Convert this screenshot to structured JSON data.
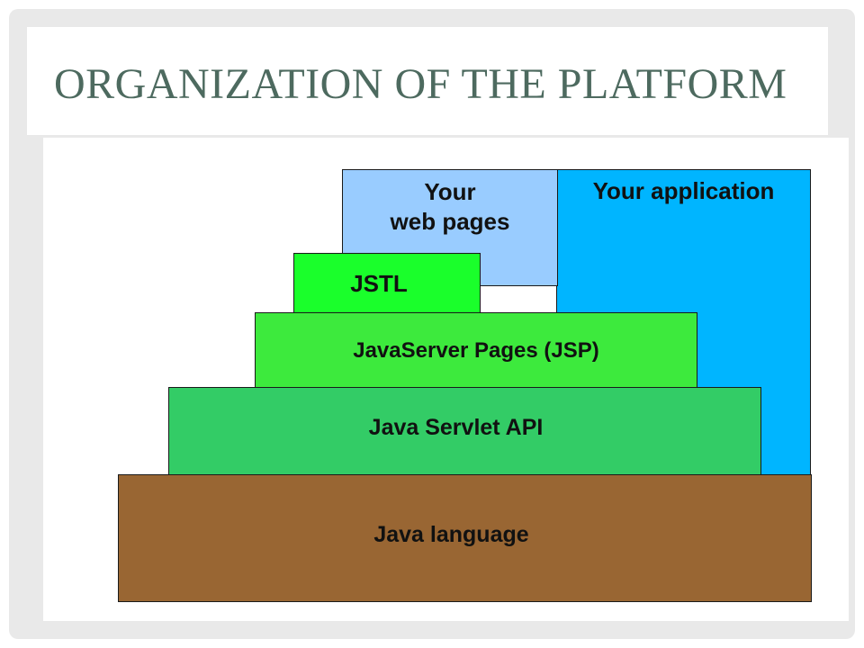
{
  "slide": {
    "title": "ORGANIZATION OF THE PLATFORM"
  },
  "diagram": {
    "layers": {
      "application": {
        "label": "Your application",
        "color": "#00b5ff"
      },
      "web_pages": {
        "label_line1": "Your",
        "label_line2": "web pages",
        "color": "#99ccff"
      },
      "jstl": {
        "label": "JSTL",
        "color": "#1aff2b"
      },
      "jsp": {
        "label": "JavaServer Pages (JSP)",
        "color": "#3dea3d"
      },
      "servlet": {
        "label": "Java Servlet API",
        "color": "#33cc66"
      },
      "java": {
        "label": "Java language",
        "color": "#996633"
      }
    }
  }
}
